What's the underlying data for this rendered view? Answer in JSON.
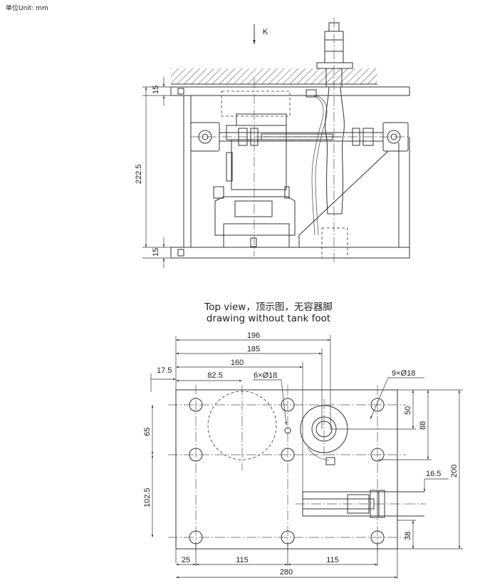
{
  "unit_label": "单位Unit: mm",
  "side_view": {
    "view_arrow_label": "K",
    "dim_top_plate": "15",
    "dim_height": "222.5",
    "dim_bottom_plate": "15"
  },
  "top_view": {
    "caption_line1": "Top view，顶示图，无容器脚",
    "caption_line2": "drawing without tank foot",
    "dim_196": "196",
    "dim_185": "185",
    "dim_160": "160",
    "dim_17_5": "17.5",
    "dim_82_5": "82.5",
    "dim_holes_small": "6×Ø18",
    "dim_holes_large": "9×Ø18",
    "dim_65": "65",
    "dim_102_5": "102.5",
    "dim_50": "50",
    "dim_88": "88",
    "dim_200": "200",
    "dim_16_5": "16.5",
    "dim_38": "38",
    "dim_25": "25",
    "dim_115_left": "115",
    "dim_115_right": "115",
    "dim_280": "280"
  }
}
